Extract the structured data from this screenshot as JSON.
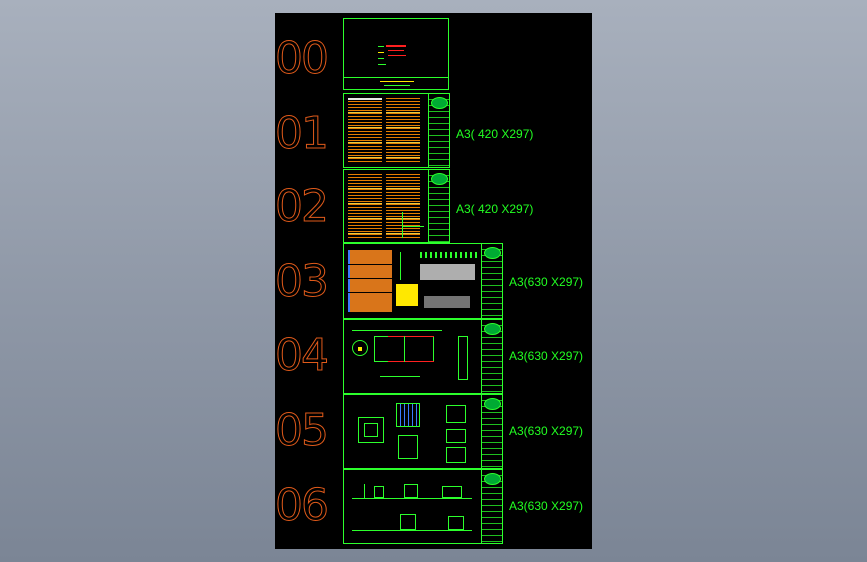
{
  "sheets": [
    {
      "number": "00",
      "format": ""
    },
    {
      "number": "01",
      "format": "A3( 420 X297)"
    },
    {
      "number": "02",
      "format": "A3( 420 X297)"
    },
    {
      "number": "03",
      "format": "A3(630 X297)"
    },
    {
      "number": "04",
      "format": "A3(630 X297)"
    },
    {
      "number": "05",
      "format": "A3(630 X297)"
    },
    {
      "number": "06",
      "format": "A3(630 X297)"
    }
  ],
  "colors": {
    "background": "#8e97a6",
    "canvas": "#000000",
    "frame_line": "#2cff2c",
    "sheet_number": "#e05a1a",
    "format_label": "#22ff22",
    "note_text": "#ff8c00",
    "accent_red": "#ff2020",
    "accent_yellow": "#ffe800"
  }
}
